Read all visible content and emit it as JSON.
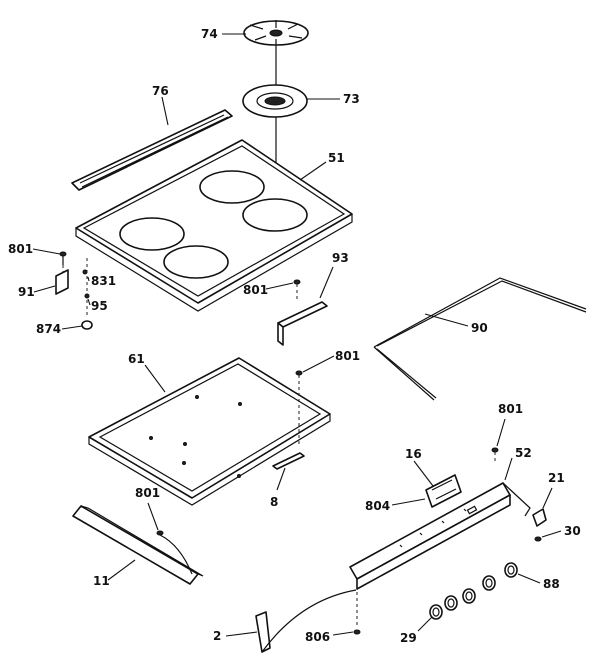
{
  "labels": {
    "l74": "74",
    "l73": "73",
    "l76": "76",
    "l51": "51",
    "l801a": "801",
    "l831": "831",
    "l91": "91",
    "l95": "95",
    "l874": "874",
    "l801b": "801",
    "l93": "93",
    "l90": "90",
    "l61": "61",
    "l801c": "801",
    "l801d": "801",
    "l16": "16",
    "l52": "52",
    "l21": "21",
    "l804": "804",
    "l30": "30",
    "l8": "8",
    "l801e": "801",
    "l11": "11",
    "l88": "88",
    "l2": "2",
    "l806": "806",
    "l29": "29"
  }
}
